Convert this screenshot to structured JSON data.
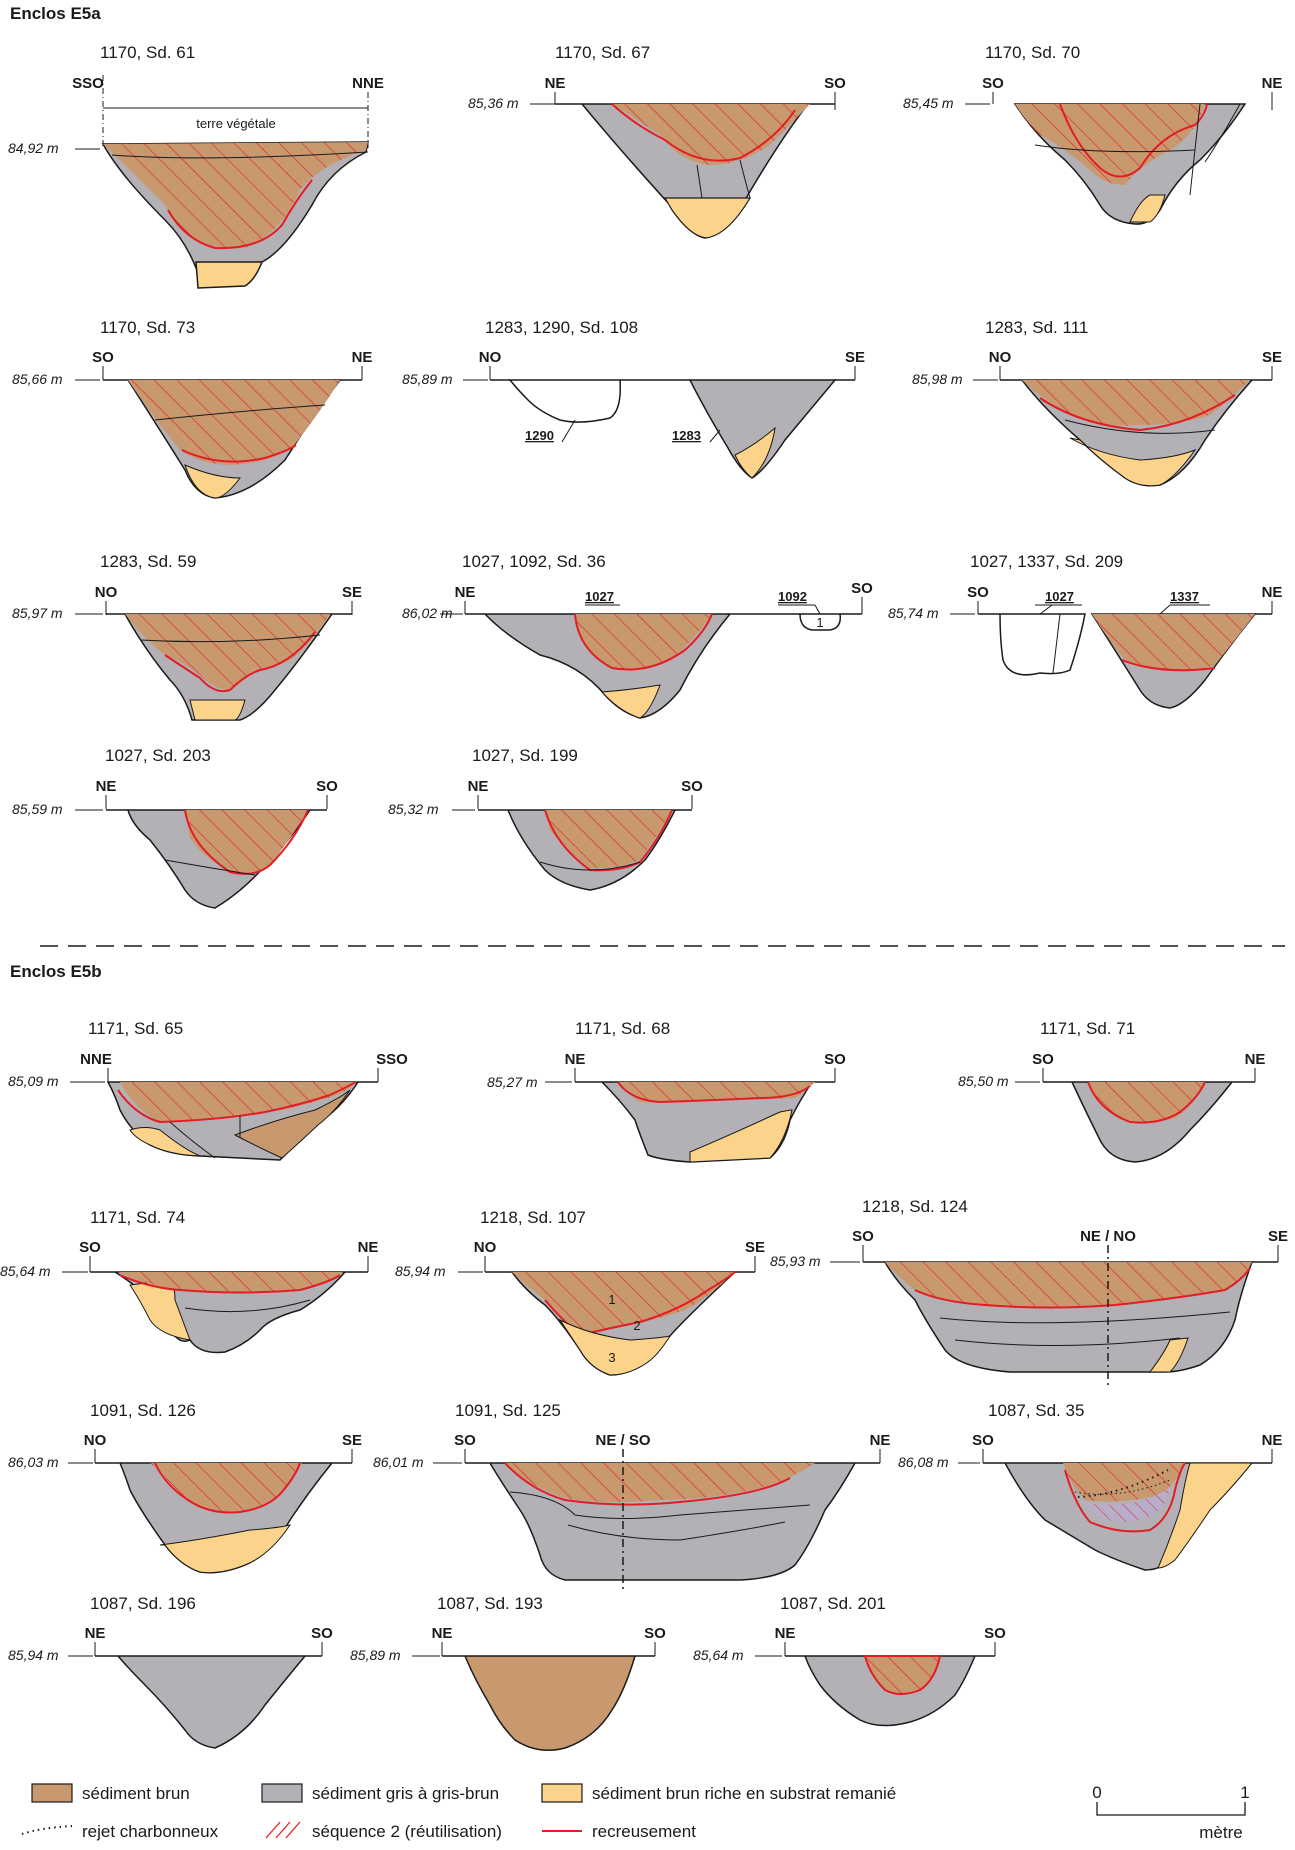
{
  "colors": {
    "brown": "#c8996f",
    "grey": "#b3b0b6",
    "yellow": "#fcd38a",
    "red": "#e31d23",
    "line": "#1a1a1a"
  },
  "headers": {
    "e5a": "Enclos E5a",
    "e5b": "Enclos E5b"
  },
  "sections": {
    "s61": {
      "title": "1170, Sd. 61",
      "left": "SSO",
      "right": "NNE",
      "elev": "84,92 m",
      "note": "terre végétale"
    },
    "s67": {
      "title": "1170, Sd. 67",
      "left": "NE",
      "right": "SO",
      "elev": "85,36 m"
    },
    "s70": {
      "title": "1170, Sd. 70",
      "left": "SO",
      "right": "NE",
      "elev": "85,45 m"
    },
    "s73": {
      "title": "1170, Sd. 73",
      "left": "SO",
      "right": "NE",
      "elev": "85,66 m"
    },
    "s108": {
      "title": "1283, 1290, Sd. 108",
      "left": "NO",
      "right": "SE",
      "elev": "85,89 m",
      "tag1": "1290",
      "tag2": "1283"
    },
    "s111": {
      "title": "1283, Sd. 111",
      "left": "NO",
      "right": "SE",
      "elev": "85,98 m"
    },
    "s59": {
      "title": "1283, Sd. 59",
      "left": "NO",
      "right": "SE",
      "elev": "85,97 m"
    },
    "s36": {
      "title": "1027, 1092, Sd. 36",
      "left": "NE",
      "right": "SO",
      "elev": "86,02 m",
      "tag1": "1027",
      "tag2": "1092",
      "n1": "1"
    },
    "s209": {
      "title": "1027, 1337, Sd. 209",
      "left": "SO",
      "right": "NE",
      "elev": "85,74 m",
      "tag1": "1027",
      "tag2": "1337"
    },
    "s203": {
      "title": "1027, Sd. 203",
      "left": "NE",
      "right": "SO",
      "elev": "85,59 m"
    },
    "s199": {
      "title": "1027, Sd. 199",
      "left": "NE",
      "right": "SO",
      "elev": "85,32 m"
    },
    "s65": {
      "title": "1171, Sd. 65",
      "left": "NNE",
      "right": "SSO",
      "elev": "85,09 m"
    },
    "s68": {
      "title": "1171, Sd. 68",
      "left": "NE",
      "right": "SO",
      "elev": "85,27 m"
    },
    "s71": {
      "title": "1171, Sd. 71",
      "left": "SO",
      "right": "NE",
      "elev": "85,50 m"
    },
    "s74": {
      "title": "1171, Sd. 74",
      "left": "SO",
      "right": "NE",
      "elev": "85,64 m"
    },
    "s107": {
      "title": "1218, Sd. 107",
      "left": "NO",
      "right": "SE",
      "elev": "85,94 m",
      "n1": "1",
      "n2": "2",
      "n3": "3"
    },
    "s124": {
      "title": "1218, Sd. 124",
      "left": "SO",
      "right": "SE",
      "mid": "NE / NO",
      "elev": "85,93 m"
    },
    "s126": {
      "title": "1091, Sd. 126",
      "left": "NO",
      "right": "SE",
      "elev": "86,03 m"
    },
    "s125": {
      "title": "1091, Sd. 125",
      "left": "SO",
      "right": "NE",
      "mid": "NE / SO",
      "elev": "86,01 m"
    },
    "s35": {
      "title": "1087, Sd. 35",
      "left": "SO",
      "right": "NE",
      "elev": "86,08 m"
    },
    "s196": {
      "title": "1087, Sd. 196",
      "left": "NE",
      "right": "SO",
      "elev": "85,94 m"
    },
    "s193": {
      "title": "1087, Sd. 193",
      "left": "NE",
      "right": "SO",
      "elev": "85,89 m"
    },
    "s201": {
      "title": "1087, Sd. 201",
      "left": "NE",
      "right": "SO",
      "elev": "85,64 m"
    }
  },
  "legend": {
    "brown": "sédiment brun",
    "grey": "sédiment gris à gris-brun",
    "yellow": "sédiment brun riche en substrat remanié",
    "charcoal": "rejet charbonneux",
    "seq2": "séquence 2 (réutilisation)",
    "recut": "recreusement"
  },
  "scale": {
    "min": "0",
    "max": "1",
    "unit": "mètre"
  }
}
